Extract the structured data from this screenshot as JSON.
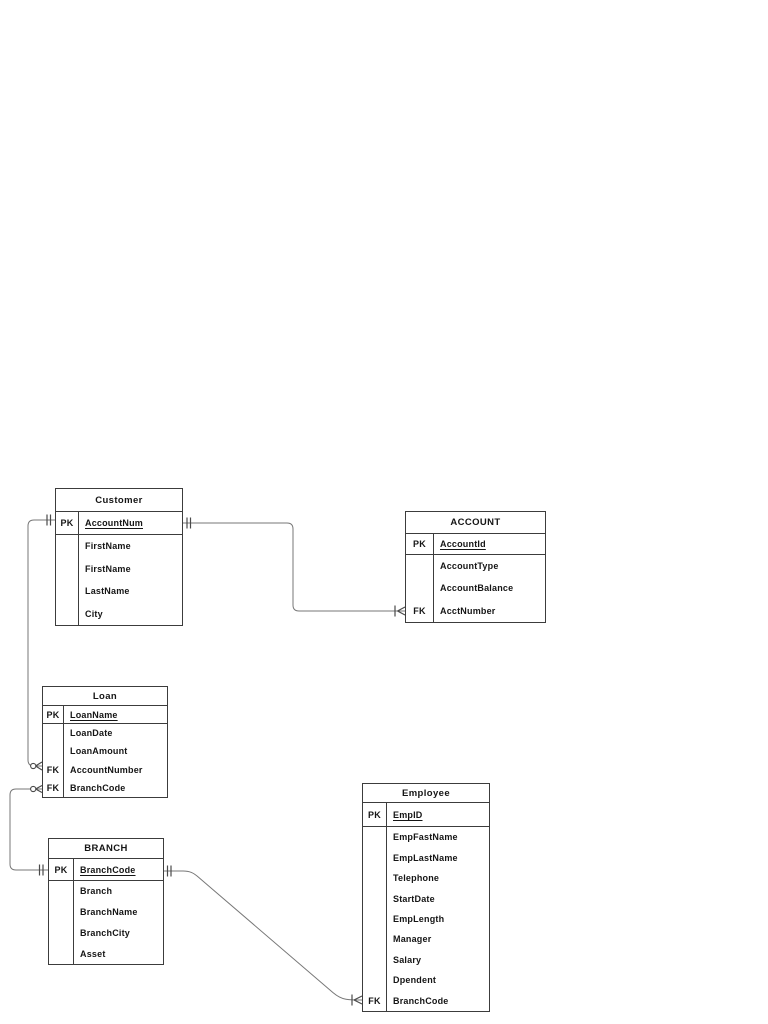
{
  "diagram": {
    "entities": [
      {
        "title": "Customer",
        "rows": [
          {
            "key": "PK",
            "name": "AccountNum"
          },
          {
            "key": "",
            "name": "FirstName"
          },
          {
            "key": "",
            "name": "FirstName"
          },
          {
            "key": "",
            "name": "LastName"
          },
          {
            "key": "",
            "name": "City"
          }
        ]
      },
      {
        "title": "ACCOUNT",
        "rows": [
          {
            "key": "PK",
            "name": "AccountId"
          },
          {
            "key": "",
            "name": "AccountType"
          },
          {
            "key": "",
            "name": "AccountBalance"
          },
          {
            "key": "FK",
            "name": "AcctNumber"
          }
        ]
      },
      {
        "title": "Loan",
        "rows": [
          {
            "key": "PK",
            "name": "LoanName"
          },
          {
            "key": "",
            "name": "LoanDate"
          },
          {
            "key": "",
            "name": "LoanAmount"
          },
          {
            "key": "FK",
            "name": "AccountNumber"
          },
          {
            "key": "FK",
            "name": "BranchCode"
          }
        ]
      },
      {
        "title": "BRANCH",
        "rows": [
          {
            "key": "PK",
            "name": "BranchCode"
          },
          {
            "key": "",
            "name": "Branch"
          },
          {
            "key": "",
            "name": "BranchName"
          },
          {
            "key": "",
            "name": "BranchCity"
          },
          {
            "key": "",
            "name": "Asset"
          }
        ]
      },
      {
        "title": "Employee",
        "rows": [
          {
            "key": "PK",
            "name": "EmpID"
          },
          {
            "key": "",
            "name": "EmpFastName"
          },
          {
            "key": "",
            "name": "EmpLastName"
          },
          {
            "key": "",
            "name": "Telephone"
          },
          {
            "key": "",
            "name": "StartDate"
          },
          {
            "key": "",
            "name": "EmpLength"
          },
          {
            "key": "",
            "name": "Manager"
          },
          {
            "key": "",
            "name": "Salary"
          },
          {
            "key": "",
            "name": "Dpendent"
          },
          {
            "key": "FK",
            "name": "BranchCode"
          }
        ]
      }
    ],
    "relationships": [
      {
        "from": "Customer.AccountNum",
        "to": "Loan.AccountNumber",
        "from_cardinality": "one-and-only-one",
        "to_cardinality": "zero-or-many"
      },
      {
        "from": "Customer.AccountNum",
        "to": "ACCOUNT.AcctNumber",
        "from_cardinality": "one-and-only-one",
        "to_cardinality": "one-or-many"
      },
      {
        "from": "BRANCH.BranchCode",
        "to": "Loan.BranchCode",
        "from_cardinality": "one-and-only-one",
        "to_cardinality": "zero-or-many"
      },
      {
        "from": "BRANCH.BranchCode",
        "to": "Employee.BranchCode",
        "from_cardinality": "one-and-only-one",
        "to_cardinality": "one-or-many"
      }
    ],
    "colors": {
      "line": "#777777",
      "border": "#3c3c3c",
      "background": "#ffffff"
    }
  }
}
